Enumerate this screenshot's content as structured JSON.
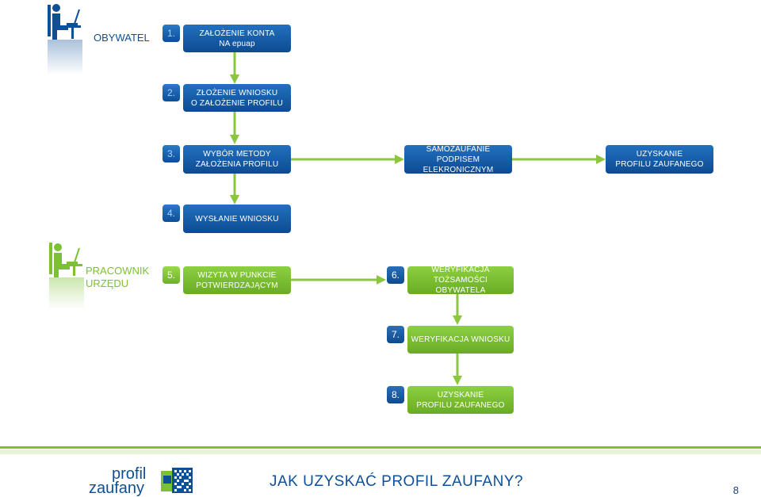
{
  "roles": {
    "citizen": "OBYWATEL",
    "official_line1": "PRACOWNIK",
    "official_line2": "URZĘDU"
  },
  "steps": [
    {
      "num": "1.",
      "line1": "ZAŁOŻENIE KONTA",
      "line2": "NA epuap"
    },
    {
      "num": "2.",
      "line1": "ZŁOŻENIE WNIOSKU",
      "line2": "O ZAŁOŻENIE PROFILU"
    },
    {
      "num": "3.",
      "line1": "WYBÓR METODY",
      "line2": "ZAŁOŻENIA PROFILU"
    },
    {
      "num": "4.",
      "line1": "WYSŁANIE WNIOSKU",
      "line2": ""
    },
    {
      "num": "5.",
      "line1": "WIZYTA W PUNKCIE",
      "line2": "POTWIERDZAJĄCYM"
    },
    {
      "num": "6.",
      "line1": "WERYFIKACJA TOŻSAMOŚCI",
      "line2": "OBYWATELA"
    },
    {
      "num": "7.",
      "line1": "WERYFIKACJA WNIOSKU",
      "line2": ""
    },
    {
      "num": "8.",
      "line1": "UZYSKANIE",
      "line2": "PROFILU ZAUFANEGO"
    }
  ],
  "branch": {
    "self_trust": {
      "line1": "SAMOZAUFANIE",
      "line2": "PODPISEM ELEKRONICZNYM"
    },
    "result": {
      "line1": "UZYSKANIE",
      "line2": "PROFILU ZAUFANEGO"
    }
  },
  "footer": {
    "logo_line1": "profil",
    "logo_line2": "zaufany",
    "title": "JAK UZYSKAĆ PROFIL ZAUFANY?",
    "page": "8"
  },
  "colors": {
    "blue": "#0e4f96",
    "green": "#7cc133",
    "arrow_green": "#8cc63f"
  }
}
